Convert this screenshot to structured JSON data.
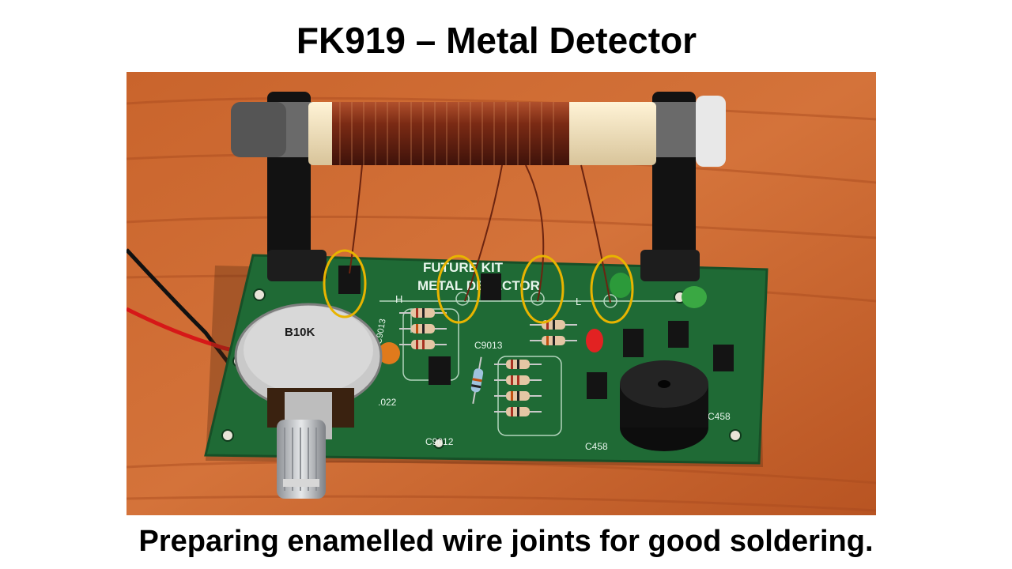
{
  "title": "FK919 – Metal Detector",
  "caption": "Preparing enamelled wire joints for good soldering.",
  "photo": {
    "pot_label": "B10K",
    "board_brand": "FUTURE KIT",
    "board_title": "METAL DETECTOR",
    "pad_h": "H",
    "pad_l": "L",
    "parts": {
      "t1": "C9013",
      "t2": "C9013",
      "t3": "C9012",
      "t4": "C458",
      "t5": "C458",
      "cap": ".022"
    }
  },
  "colors": {
    "table": "#c8622a",
    "pcb": "#1f6a35",
    "coil": "#7a2a14",
    "highlight": "#e8b400"
  }
}
